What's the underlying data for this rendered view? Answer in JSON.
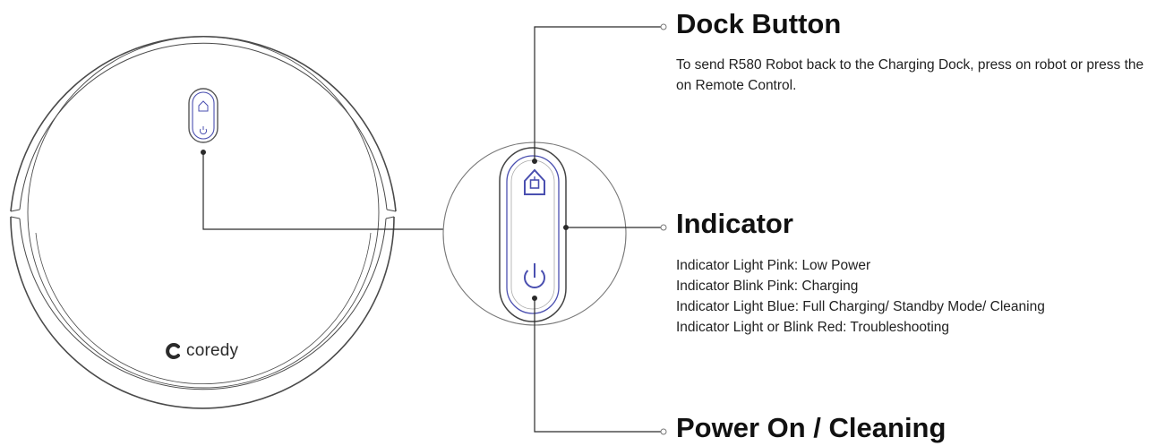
{
  "brand": {
    "name": "coredy",
    "logo_icon": "coredy-logo-icon"
  },
  "callouts": {
    "dock": {
      "title": "Dock Button",
      "description": "To send R580 Robot back to the Charging Dock, press on robot or press the on Remote Control."
    },
    "indicator": {
      "title": "Indicator",
      "lines": [
        "Indicator Light Pink: Low Power",
        "Indicator Blink Pink: Charging",
        "Indicator Light Blue: Full Charging/ Standby Mode/ Cleaning",
        "Indicator Light or Blink Red: Troubleshooting"
      ]
    },
    "power": {
      "title": "Power On / Cleaning"
    }
  },
  "icons": {
    "dock": "home-icon",
    "power": "power-icon"
  },
  "colors": {
    "button_accent": "#4a4fb0",
    "line": "#2a2a2a",
    "outline": "#555555"
  }
}
